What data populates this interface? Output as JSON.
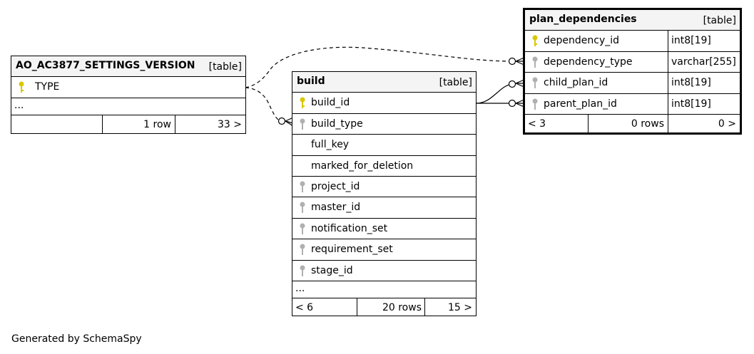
{
  "tables": {
    "settings": {
      "name": "AO_AC3877_SETTINGS_VERSION",
      "kind": "[table]",
      "columns": [
        {
          "name": "TYPE",
          "key": "primary"
        }
      ],
      "ellipsis": "...",
      "footer": {
        "left": "",
        "rows": "1 row",
        "right": "33 >"
      }
    },
    "build": {
      "name": "build",
      "kind": "[table]",
      "columns": [
        {
          "name": "build_id",
          "key": "primary"
        },
        {
          "name": "build_type",
          "key": "foreign"
        },
        {
          "name": "full_key",
          "key": "none"
        },
        {
          "name": "marked_for_deletion",
          "key": "none"
        },
        {
          "name": "project_id",
          "key": "foreign"
        },
        {
          "name": "master_id",
          "key": "foreign"
        },
        {
          "name": "notification_set",
          "key": "foreign"
        },
        {
          "name": "requirement_set",
          "key": "foreign"
        },
        {
          "name": "stage_id",
          "key": "foreign"
        }
      ],
      "ellipsis": "...",
      "footer": {
        "left": "< 6",
        "rows": "20 rows",
        "right": "15 >"
      }
    },
    "plan_dependencies": {
      "name": "plan_dependencies",
      "kind": "[table]",
      "columns": [
        {
          "name": "dependency_id",
          "type": "int8[19]",
          "key": "primary"
        },
        {
          "name": "dependency_type",
          "type": "varchar[255]",
          "key": "foreign"
        },
        {
          "name": "child_plan_id",
          "type": "int8[19]",
          "key": "foreign"
        },
        {
          "name": "parent_plan_id",
          "type": "int8[19]",
          "key": "foreign"
        }
      ],
      "footer": {
        "left": "< 3",
        "rows": "0 rows",
        "right": "0 >"
      }
    }
  },
  "footer_text": "Generated by SchemaSpy",
  "colors": {
    "primary_key": "#d9c800",
    "foreign_key": "#b0b0b0",
    "header_bg": "#f4f4f4"
  }
}
